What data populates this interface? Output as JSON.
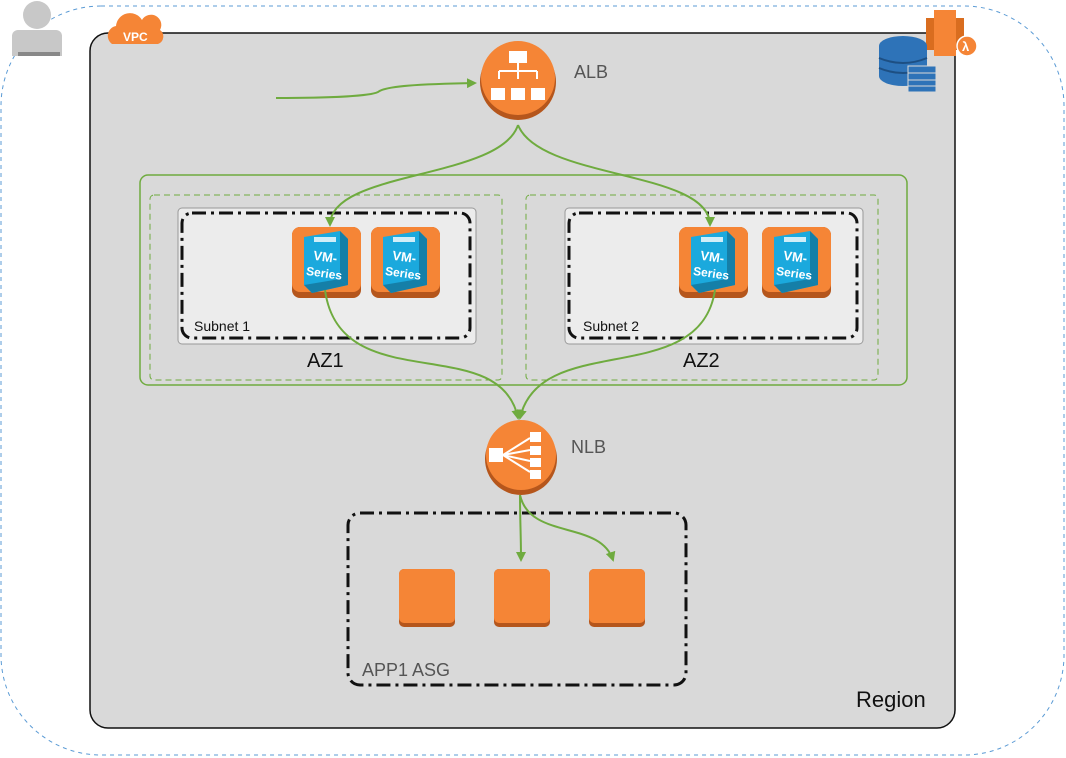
{
  "labels": {
    "vpc": "VPC",
    "alb": "ALB",
    "nlb": "NLB",
    "subnet1": "Subnet 1",
    "subnet2": "Subnet 2",
    "az1": "AZ1",
    "az2": "AZ2",
    "asg": "APP1 ASG",
    "region": "Region"
  },
  "vm_instances": [
    {
      "line1": "VM-",
      "line2": "Series"
    },
    {
      "line1": "VM-",
      "line2": "Series"
    },
    {
      "line1": "VM-",
      "line2": "Series"
    },
    {
      "line1": "VM-",
      "line2": "Series"
    }
  ],
  "icons": [
    "user-icon",
    "vpc-cloud-icon",
    "lambda-icon",
    "dynamodb-icon",
    "alb-icon",
    "nlb-icon",
    "vm-series-icon",
    "ec2-instance-icon"
  ],
  "colors": {
    "aws_orange": "#f58536",
    "flow_green": "#6fab3f",
    "region_fill": "#d9d9d9",
    "vm_blue": "#1ba9dd",
    "boundary_blue": "#5b9bd5"
  }
}
